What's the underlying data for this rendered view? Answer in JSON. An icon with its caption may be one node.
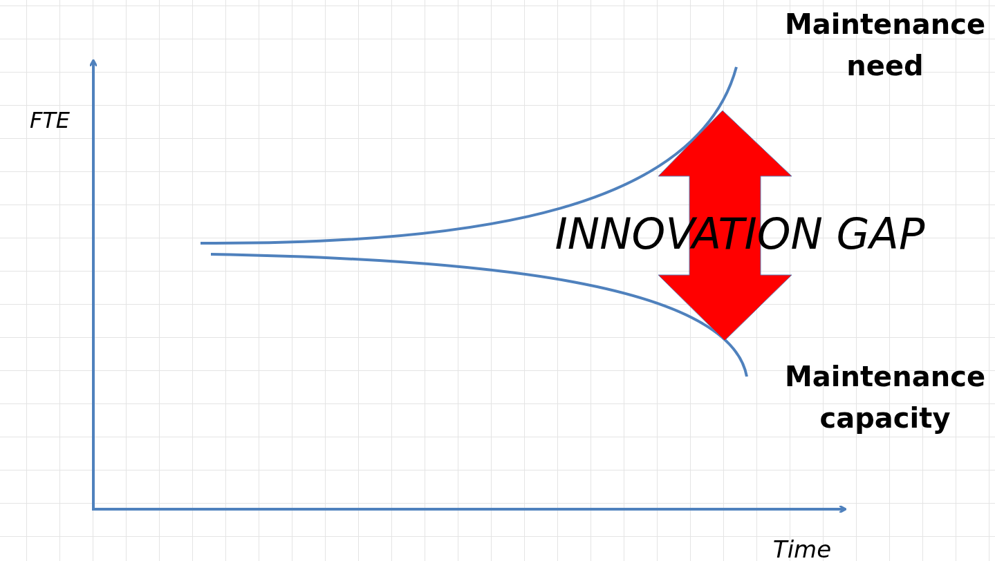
{
  "diagram": {
    "labels": [
      "Maintenance need",
      "FTE",
      "INNOVATION GAP",
      "Maintenance capacity",
      "Time"
    ]
  }
}
